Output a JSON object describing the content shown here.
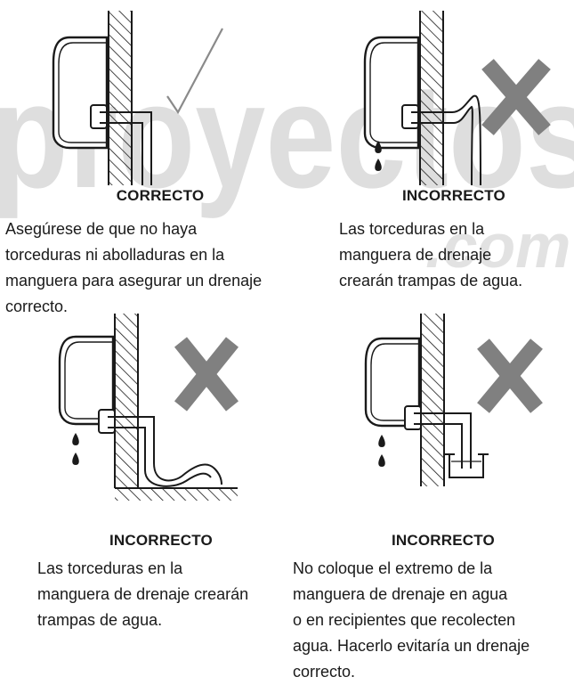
{
  "watermark": {
    "main": "proyectos",
    "suffix": ".com"
  },
  "panels": [
    {
      "title": "CORRECTO",
      "text": "Asegúrese de que no haya\ntorceduras ni abolladuras en la\nmanguera para asegurar un drenaje\ncorrecto.",
      "mark": "check-mark"
    },
    {
      "title": "INCORRECTO",
      "text": "Las torceduras en la\nmanguera de drenaje\ncrearán trampas de agua.",
      "mark": "x-mark"
    },
    {
      "title": "INCORRECTO",
      "text": "Las torceduras en la\nmanguera de drenaje crearán\ntrampas de agua.",
      "mark": "x-mark"
    },
    {
      "title": "INCORRECTO",
      "text": "No coloque el extremo de la\nmanguera de drenaje en agua\no en recipientes que recolecten\nagua. Hacerlo evitaría un drenaje\ncorrecto.",
      "mark": "x-mark"
    }
  ],
  "colors": {
    "line": "#1a1a1a",
    "x_mark": "#808080",
    "check_mark": "#8a8a8a",
    "watermark": "#dcdcdc"
  }
}
